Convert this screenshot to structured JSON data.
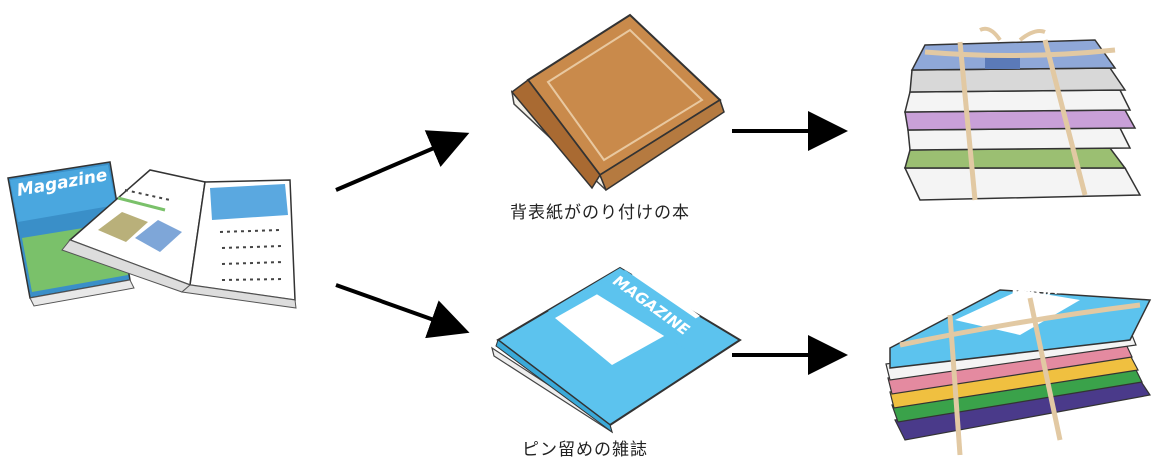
{
  "labels": {
    "glued_book": "背表紙がのり付けの本",
    "pinned_magazine": "ピン留めの雑誌"
  },
  "magazine_cover": {
    "title": "Magazine"
  },
  "pinned_cover": {
    "title": "MAGAZINE"
  },
  "stack_cover": {
    "title": "MAGAZINE"
  },
  "colors": {
    "glued_book_cover": "#c98a4b",
    "pinned_cover_blue": "#5cc3ee",
    "tied_books_blue": "#8fa8d8",
    "twine": "#e2c9a3",
    "arrow": "#000000"
  },
  "icons": {
    "open_magazine": "open-magazine-icon",
    "glued_book": "hardcover-book-icon",
    "pinned_magazine": "pinned-magazine-icon",
    "tied_books": "tied-book-stack-icon",
    "tied_magazines": "tied-magazine-stack-icon"
  }
}
